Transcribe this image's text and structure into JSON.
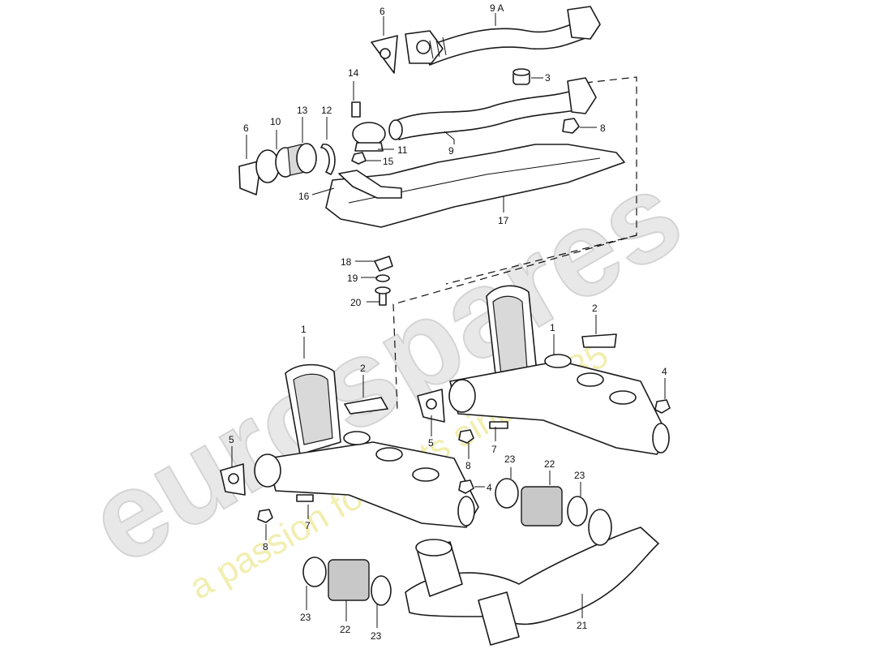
{
  "watermark": {
    "brand": "eurospares",
    "tagline": "a passion for parts since 1985",
    "brand_color": "#e6e6e6",
    "tagline_color": "#f3f0b8"
  },
  "callouts": {
    "c1a": "1",
    "c1b": "1",
    "c2a": "2",
    "c2b": "2",
    "c3": "3",
    "c4a": "4",
    "c4b": "4",
    "c5a": "5",
    "c5b": "5",
    "c6a": "6",
    "c6b": "6",
    "c7a": "7",
    "c7b": "7",
    "c8a": "8",
    "c8b": "8",
    "c8c": "8",
    "c9": "9",
    "c9a": "9 A",
    "c10": "10",
    "c11": "11",
    "c12": "12",
    "c13": "13",
    "c14": "14",
    "c15": "15",
    "c16": "16",
    "c17": "17",
    "c18": "18",
    "c19": "19",
    "c20": "20",
    "c21": "21",
    "c22a": "22",
    "c22b": "22",
    "c23a": "23",
    "c23b": "23",
    "c23c": "23",
    "c23d": "23"
  }
}
